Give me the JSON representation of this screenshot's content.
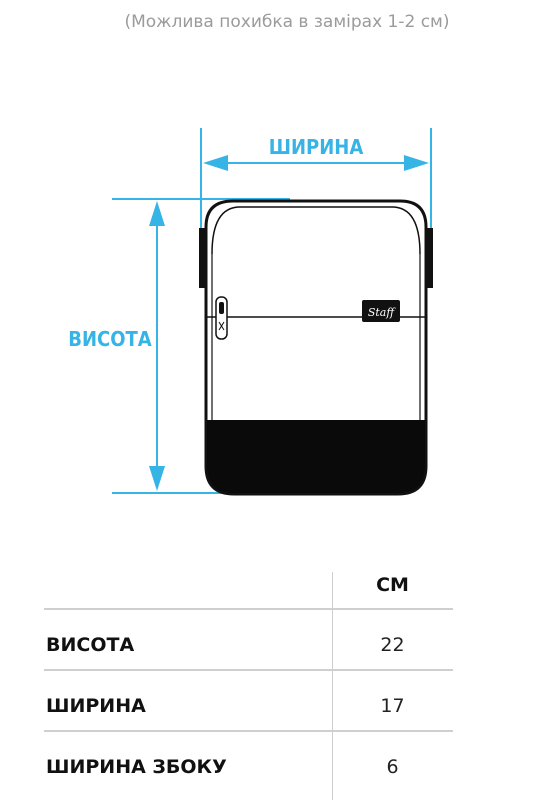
{
  "note": "(Можлива похибка в замірах 1-2 см)",
  "diagram": {
    "width_label": "ШИРИНА",
    "height_label": "ВИСОТА",
    "logo_text": "Staff",
    "accent_color": "#36b4e5"
  },
  "table": {
    "unit_header": "СМ",
    "rows": [
      {
        "label": "ВИСОТА",
        "value": "22"
      },
      {
        "label": "ШИРИНА",
        "value": "17"
      },
      {
        "label": "ШИРИНА ЗБОКУ",
        "value": "6"
      }
    ]
  }
}
